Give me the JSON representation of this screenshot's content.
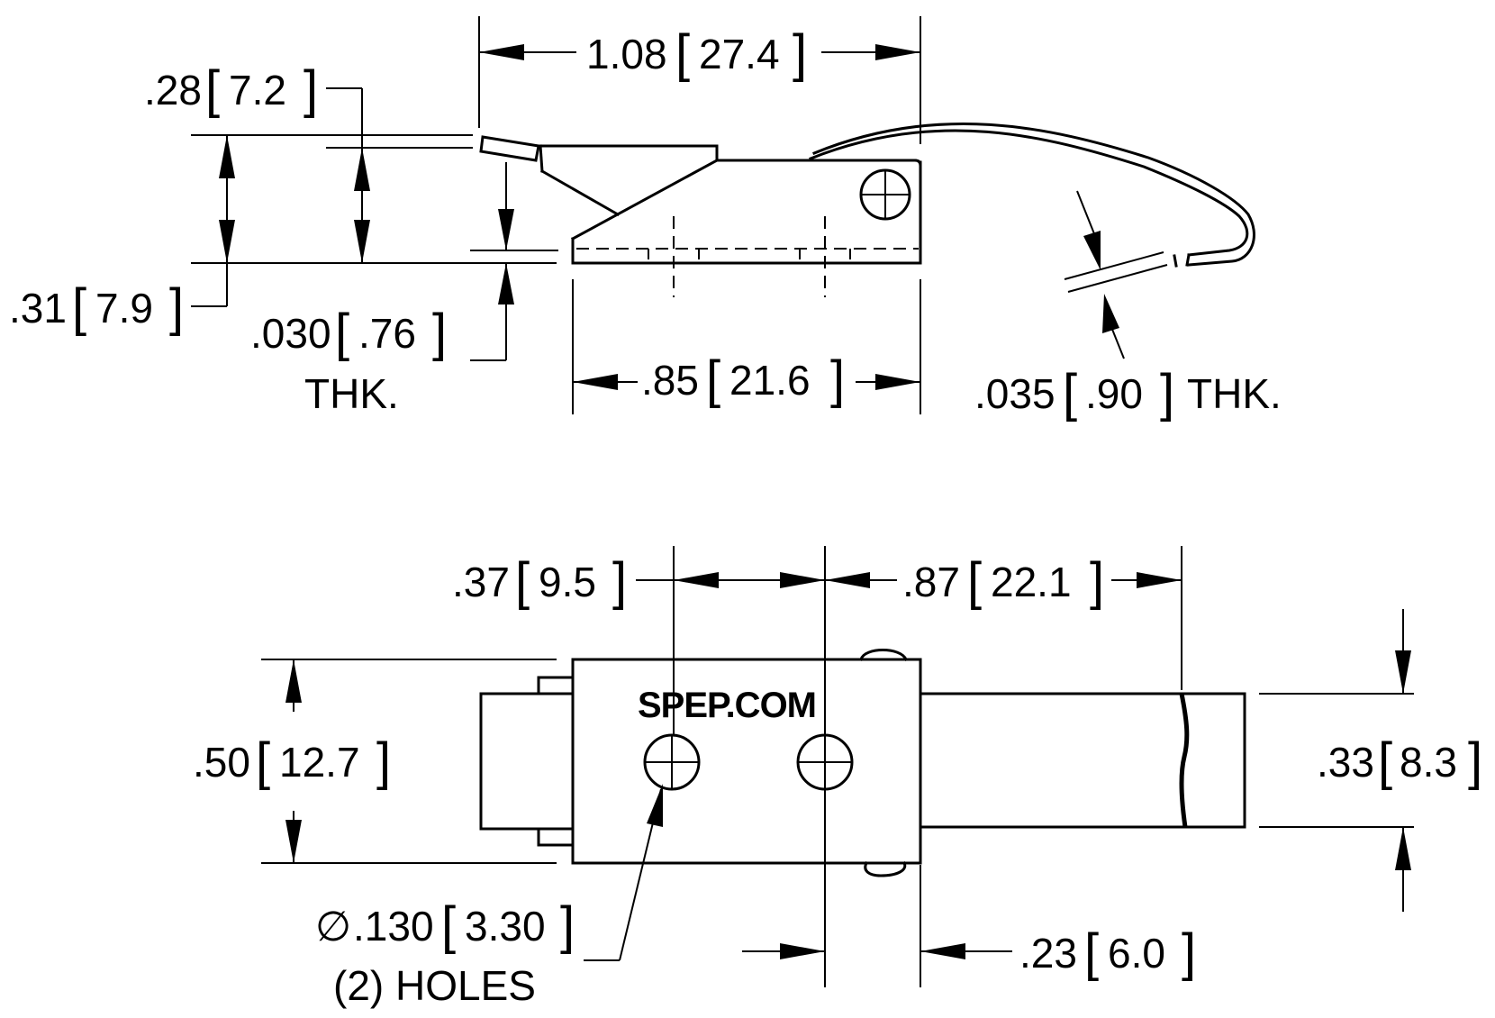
{
  "side_view": {
    "overall_length": {
      "inch": "1.08",
      "mm": "27.4"
    },
    "base_length": {
      "inch": ".85",
      "mm": "21.6"
    },
    "height_a": {
      "inch": ".28",
      "mm": "7.2"
    },
    "height_b": {
      "inch": ".31",
      "mm": "7.9"
    },
    "plate_thickness": {
      "inch": ".030",
      "mm": ".76",
      "suffix": "THK."
    },
    "spring_thickness": {
      "inch": ".035",
      "mm": ".90",
      "suffix": "THK."
    }
  },
  "top_view": {
    "hole_spacing": {
      "inch": ".37",
      "mm": "9.5"
    },
    "hole_to_tip": {
      "inch": ".87",
      "mm": "22.1"
    },
    "body_width": {
      "inch": ".50",
      "mm": "12.7"
    },
    "strap_width": {
      "inch": ".33",
      "mm": "8.3"
    },
    "hole_to_edge": {
      "inch": ".23",
      "mm": "6.0"
    },
    "hole_diameter": {
      "symbol": "∅",
      "inch": ".130",
      "mm": "3.30",
      "note": "(2) HOLES"
    },
    "logo_text": "SPEP.COM"
  }
}
